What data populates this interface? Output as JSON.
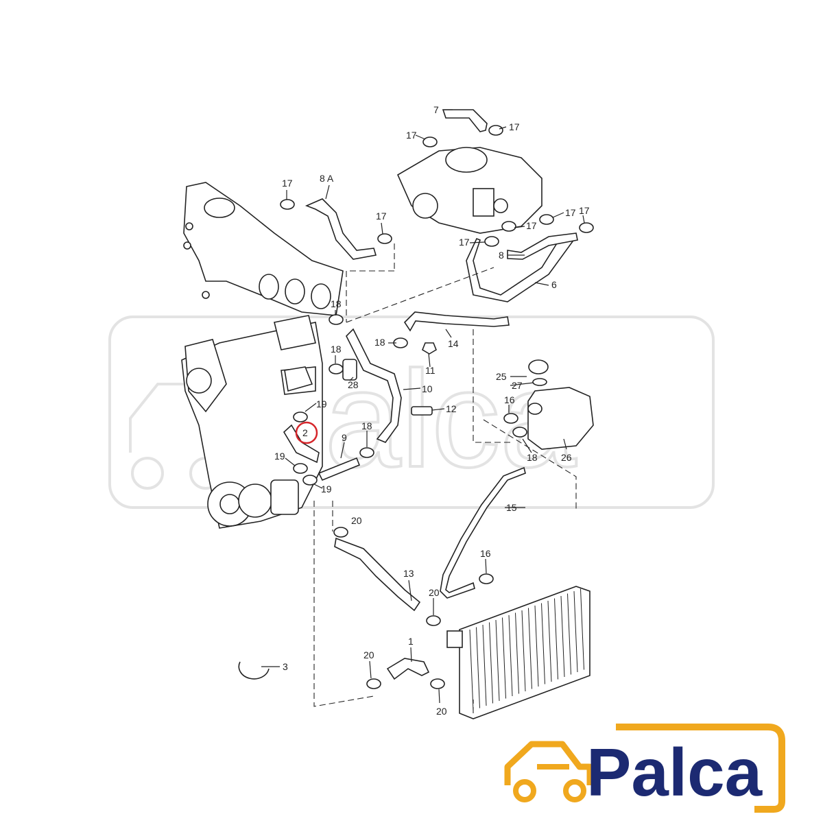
{
  "labels": {
    "l1": "1",
    "l2": "2",
    "l3": "3",
    "l6": "6",
    "l7": "7",
    "l8": "8",
    "l8a": "8 A",
    "l9": "9",
    "l10": "10",
    "l11": "11",
    "l12": "12",
    "l13": "13",
    "l14": "14",
    "l15": "15",
    "l16": "16",
    "l17": "17",
    "l18": "18",
    "l19": "19",
    "l20": "20",
    "l25": "25",
    "l26": "26",
    "l27": "27",
    "l28": "28"
  },
  "logo": {
    "text": "Palca"
  },
  "watermark": {
    "text": "Palca"
  },
  "colors": {
    "logo_navy": "#1c2a72",
    "logo_orange": "#f0a81e",
    "highlight_red": "#d6262b"
  },
  "icons": {
    "logo_car": "car-icon"
  }
}
